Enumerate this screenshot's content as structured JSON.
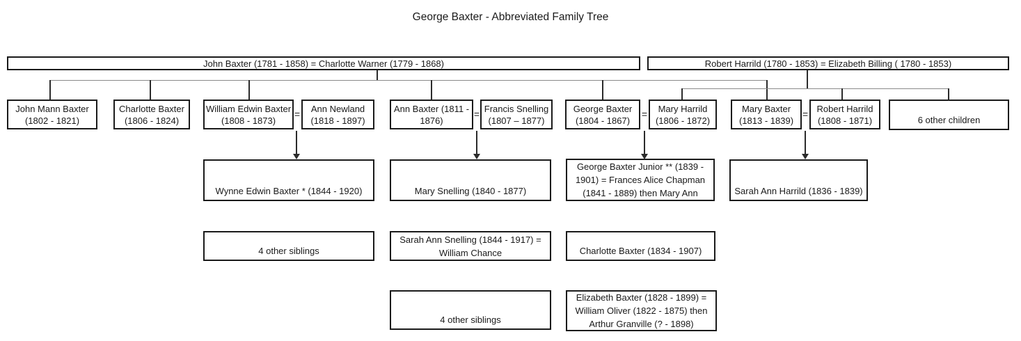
{
  "title": "George Baxter - Abbreviated Family Tree",
  "equals_sign": "=",
  "generation1": {
    "baxter_couple": "John Baxter (1781 - 1858) = Charlotte Warner (1779 - 1868)",
    "harrild_couple": "Robert Harrild (1780 - 1853) = Elizabeth Billing ( 1780 - 1853)"
  },
  "generation2": {
    "john_mann_baxter": "John Mann Baxter (1802 - 1821)",
    "charlotte_baxter": "Charlotte Baxter (1806 - 1824)",
    "william_edwin_baxter": "William Edwin Baxter (1808 - 1873)",
    "ann_newland": "Ann Newland (1818 - 1897)",
    "ann_baxter": "Ann Baxter (1811 - 1876)",
    "francis_snelling": "Francis Snelling (1807 – 1877)",
    "george_baxter": "George Baxter (1804 - 1867)",
    "mary_harrild": "Mary Harrild (1806 - 1872)",
    "mary_baxter": "Mary Baxter (1813 - 1839)",
    "robert_harrild": "Robert Harrild (1808 - 1871)",
    "six_other_children": "6 other children"
  },
  "generation3": {
    "wynne_edwin_baxter": "Wynne Edwin Baxter * (1844 - 1920)",
    "mary_snelling": "Mary Snelling (1840 - 1877)",
    "george_baxter_junior": "George Baxter Junior ** (1839 - 1901) = Frances Alice Chapman (1841 - 1889) then Mary Ann",
    "sarah_ann_harrild": "Sarah Ann Harrild (1836 - 1839)",
    "four_other_siblings_baxter": "4 other siblings",
    "sarah_ann_snelling": "Sarah Ann Snelling (1844 - 1917) = William Chance",
    "charlotte_baxter_junior": "Charlotte Baxter (1834 - 1907)",
    "four_other_siblings_snelling": "4 other siblings",
    "elizabeth_baxter": "Elizabeth Baxter (1828 - 1899) = William Oliver (1822 - 1875) then Arthur Granville (? - 1898)"
  },
  "colors": {
    "background": "#ffffff",
    "box_border": "#1a1a1a",
    "text": "#1a1a1a",
    "connector_rail": "#8a8a8a",
    "connector_line": "#2b2b2b"
  }
}
